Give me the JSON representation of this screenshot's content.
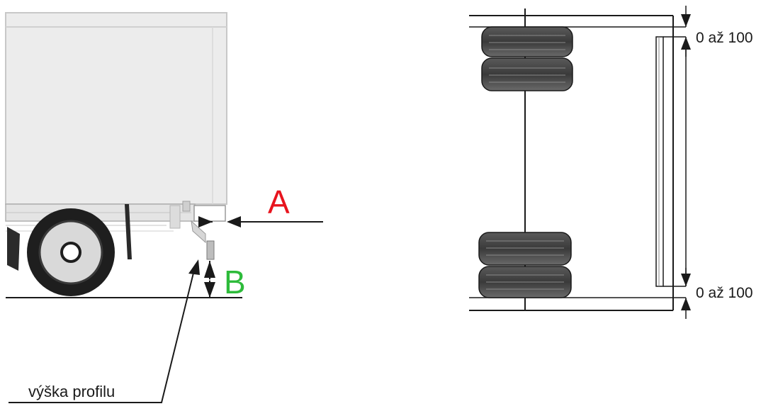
{
  "side_view": {
    "label_a": "A",
    "label_b": "B",
    "label_profile": "výška profilu",
    "colors": {
      "label_a": "#e8141e",
      "label_b": "#2dbb3a",
      "box": "#eeeeee",
      "line": "#1a1a1a"
    }
  },
  "top_view": {
    "label_top": "0 až 100",
    "label_bottom": "0 až 100"
  }
}
